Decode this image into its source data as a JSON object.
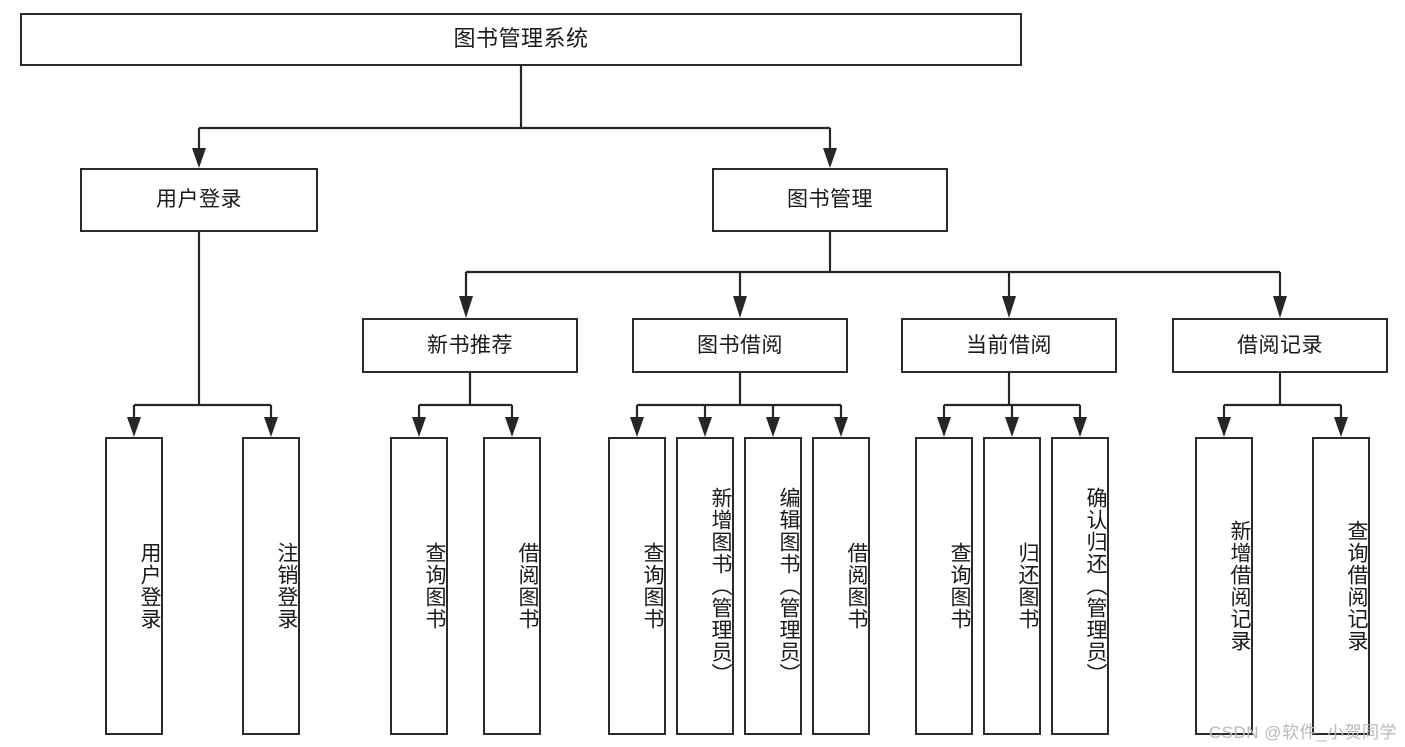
{
  "diagram": {
    "type": "tree",
    "title": "图书管理系统",
    "watermark": "CSDN @软件_小贺同学",
    "colors": {
      "box_border": "#2b2b2b",
      "connector": "#262626",
      "background": "#ffffff",
      "text": "#1a1a1a",
      "watermark": "#b9b9b9"
    },
    "nodes": {
      "root": {
        "label": "图书管理系统",
        "level": 1
      },
      "l2": [
        {
          "id": "user-login",
          "label": "用户登录",
          "level": 2
        },
        {
          "id": "book-manage",
          "label": "图书管理",
          "level": 2
        }
      ],
      "l3": [
        {
          "id": "new-book-recommend",
          "label": "新书推荐",
          "level": 3,
          "parent": "book-manage"
        },
        {
          "id": "book-borrow",
          "label": "图书借阅",
          "level": 3,
          "parent": "book-manage"
        },
        {
          "id": "current-borrow",
          "label": "当前借阅",
          "level": 3,
          "parent": "book-manage"
        },
        {
          "id": "borrow-record",
          "label": "借阅记录",
          "level": 3,
          "parent": "book-manage"
        }
      ],
      "leaves": [
        {
          "id": "leaf-user-login",
          "label": "用户登录",
          "parent": "user-login"
        },
        {
          "id": "leaf-logout",
          "label": "注销登录",
          "parent": "user-login"
        },
        {
          "id": "leaf-query-book-1",
          "label": "查询图书",
          "parent": "new-book-recommend"
        },
        {
          "id": "leaf-borrow-book-1",
          "label": "借阅图书",
          "parent": "new-book-recommend"
        },
        {
          "id": "leaf-query-book-2",
          "label": "查询图书",
          "parent": "book-borrow"
        },
        {
          "id": "leaf-add-book",
          "label": "新增图书（管理员）",
          "parent": "book-borrow"
        },
        {
          "id": "leaf-edit-book",
          "label": "编辑图书（管理员）",
          "parent": "book-borrow"
        },
        {
          "id": "leaf-borrow-book-2",
          "label": "借阅图书",
          "parent": "book-borrow"
        },
        {
          "id": "leaf-query-book-3",
          "label": "查询图书",
          "parent": "current-borrow"
        },
        {
          "id": "leaf-return-book",
          "label": "归还图书",
          "parent": "current-borrow"
        },
        {
          "id": "leaf-confirm-return",
          "label": "确认归还（管理员）",
          "parent": "current-borrow"
        },
        {
          "id": "leaf-add-record",
          "label": "新增借阅记录",
          "parent": "borrow-record"
        },
        {
          "id": "leaf-query-record",
          "label": "查询借阅记录",
          "parent": "borrow-record"
        }
      ]
    }
  }
}
